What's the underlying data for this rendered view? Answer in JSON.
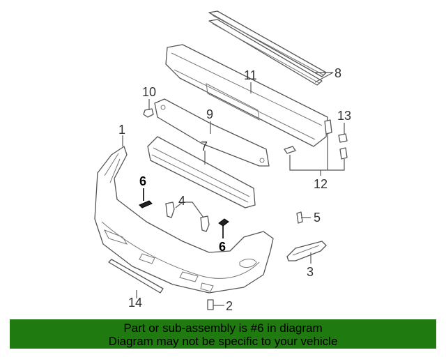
{
  "callouts": {
    "c1": "1",
    "c2": "2",
    "c3": "3",
    "c4": "4",
    "c5": "5",
    "c6a": "6",
    "c6b": "6",
    "c7": "7",
    "c8": "8",
    "c9": "9",
    "c10": "10",
    "c11": "11",
    "c12": "12",
    "c13": "13",
    "c14": "14"
  },
  "banner": {
    "line1": "Part or sub-assembly is #6 in diagram",
    "line2": "Diagram may not be specific to your vehicle",
    "color": "#1f7a0f"
  },
  "highlight_part": "6"
}
